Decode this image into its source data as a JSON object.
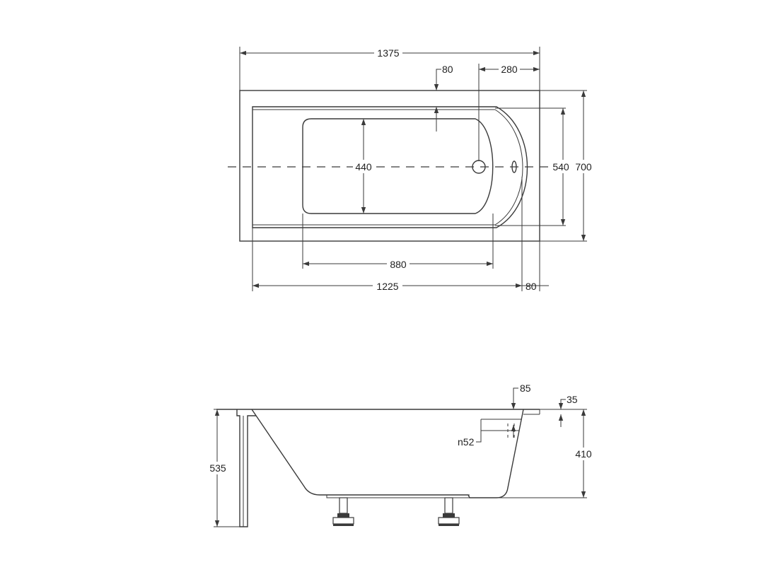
{
  "top_view": {
    "overall_length": "1375",
    "overall_width": "700",
    "inner_length": "1225",
    "basin_length": "880",
    "basin_width": "440",
    "inner_width": "540",
    "rim_top": "80",
    "rim_end": "80",
    "drain_offset": "280"
  },
  "side_view": {
    "total_height": "535",
    "depth": "410",
    "overflow_offset": "85",
    "rim_thickness": "35",
    "overflow_diameter": "n52"
  },
  "colors": {
    "line": "#3a3a3a",
    "text": "#222222",
    "background": "#ffffff"
  }
}
